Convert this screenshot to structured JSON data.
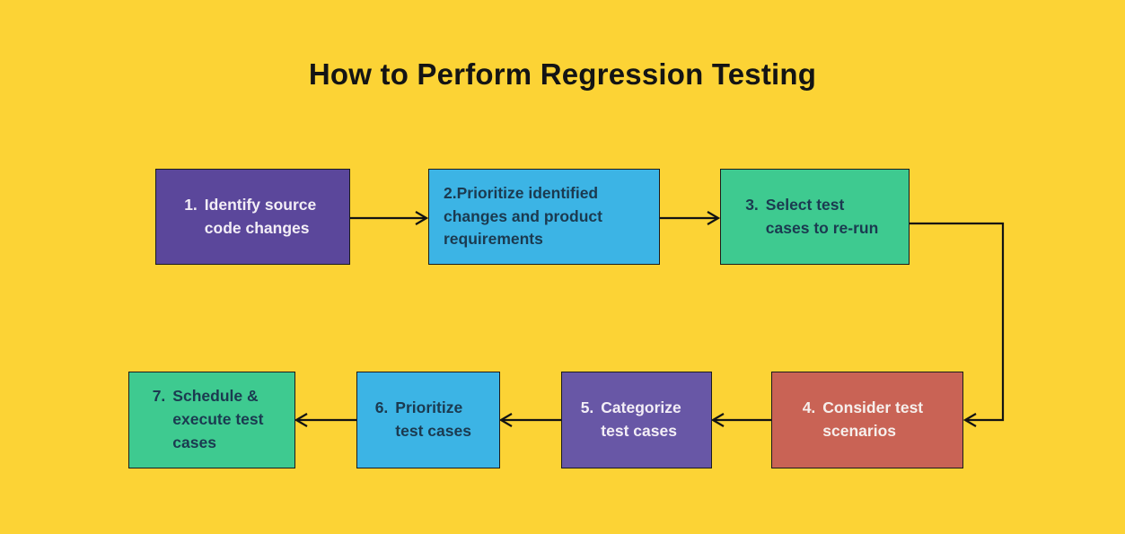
{
  "title": "How to Perform Regression Testing",
  "palette": {
    "background": "#FCD335",
    "title_text": "#141414",
    "arrow": "#131313",
    "box_border": "#1c1c1c",
    "purple": {
      "bg": "#5B479B",
      "text": "#F3EEF6"
    },
    "purple_light": {
      "bg": "#6857A6",
      "text": "#F3EEF6"
    },
    "blue": {
      "bg": "#3CB4E5",
      "text": "#1B3A50"
    },
    "green": {
      "bg": "#3ECA90",
      "text": "#1B3A50"
    },
    "red": {
      "bg": "#C96355",
      "text": "#F6EFEC"
    }
  },
  "steps": [
    {
      "number": "1.",
      "text": "Identify source code changes",
      "color": "purple"
    },
    {
      "number": "2.",
      "text": "Prioritize identified changes and product requirements",
      "color": "blue"
    },
    {
      "number": "3.",
      "text": "Select test cases to re-run",
      "color": "green"
    },
    {
      "number": "4.",
      "text": "Consider test scenarios",
      "color": "red"
    },
    {
      "number": "5.",
      "text": "Categorize test cases",
      "color": "purple_light"
    },
    {
      "number": "6.",
      "text": "Prioritize test cases",
      "color": "blue"
    },
    {
      "number": "7.",
      "text": "Schedule & execute test cases",
      "color": "green"
    }
  ]
}
